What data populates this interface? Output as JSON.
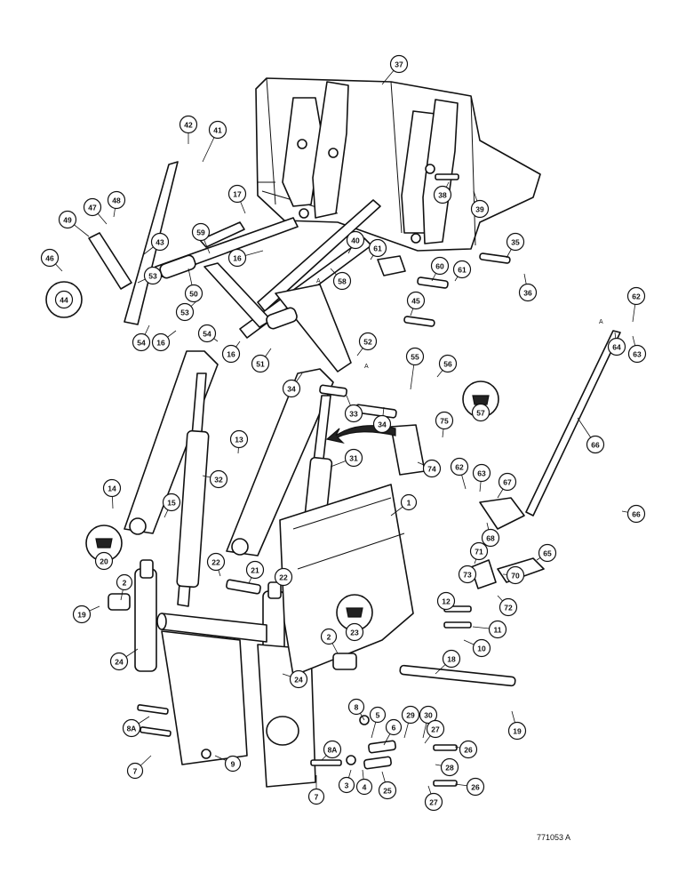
{
  "drawing_number": "771053 A",
  "marker_letter": "A",
  "callouts": [
    {
      "id": "c37",
      "label": "37"
    },
    {
      "id": "c42",
      "label": "42"
    },
    {
      "id": "c41",
      "label": "41"
    },
    {
      "id": "c38",
      "label": "38"
    },
    {
      "id": "c39",
      "label": "39"
    },
    {
      "id": "c17",
      "label": "17"
    },
    {
      "id": "c47",
      "label": "47"
    },
    {
      "id": "c48",
      "label": "48"
    },
    {
      "id": "c49",
      "label": "49"
    },
    {
      "id": "c59",
      "label": "59"
    },
    {
      "id": "c43",
      "label": "43"
    },
    {
      "id": "c46",
      "label": "46"
    },
    {
      "id": "c53a",
      "label": "53"
    },
    {
      "id": "c50",
      "label": "50"
    },
    {
      "id": "c44",
      "label": "44"
    },
    {
      "id": "c53b",
      "label": "53"
    },
    {
      "id": "c54a",
      "label": "54"
    },
    {
      "id": "c16a",
      "label": "16"
    },
    {
      "id": "c54b",
      "label": "54"
    },
    {
      "id": "c16b",
      "label": "16"
    },
    {
      "id": "c16c",
      "label": "16"
    },
    {
      "id": "c51",
      "label": "51"
    },
    {
      "id": "c34a",
      "label": "34"
    },
    {
      "id": "c40",
      "label": "40"
    },
    {
      "id": "c61a",
      "label": "61"
    },
    {
      "id": "c58",
      "label": "58"
    },
    {
      "id": "c60",
      "label": "60"
    },
    {
      "id": "c61b",
      "label": "61"
    },
    {
      "id": "c35",
      "label": "35"
    },
    {
      "id": "c36",
      "label": "36"
    },
    {
      "id": "c45",
      "label": "45"
    },
    {
      "id": "c62a",
      "label": "62"
    },
    {
      "id": "c64",
      "label": "64"
    },
    {
      "id": "c63a",
      "label": "63"
    },
    {
      "id": "c52",
      "label": "52"
    },
    {
      "id": "c55",
      "label": "55"
    },
    {
      "id": "c56",
      "label": "56"
    },
    {
      "id": "c57",
      "label": "57"
    },
    {
      "id": "c33",
      "label": "33"
    },
    {
      "id": "c34b",
      "label": "34"
    },
    {
      "id": "c75",
      "label": "75"
    },
    {
      "id": "c13",
      "label": "13"
    },
    {
      "id": "c31",
      "label": "31"
    },
    {
      "id": "c74",
      "label": "74"
    },
    {
      "id": "c66a",
      "label": "66"
    },
    {
      "id": "c32",
      "label": "32"
    },
    {
      "id": "c62b",
      "label": "62"
    },
    {
      "id": "c63b",
      "label": "63"
    },
    {
      "id": "c67",
      "label": "67"
    },
    {
      "id": "c14",
      "label": "14"
    },
    {
      "id": "c15",
      "label": "15"
    },
    {
      "id": "c1",
      "label": "1"
    },
    {
      "id": "c66b",
      "label": "66"
    },
    {
      "id": "c68",
      "label": "68"
    },
    {
      "id": "c20",
      "label": "20"
    },
    {
      "id": "c65",
      "label": "65"
    },
    {
      "id": "c71",
      "label": "71"
    },
    {
      "id": "c73",
      "label": "73"
    },
    {
      "id": "c70",
      "label": "70"
    },
    {
      "id": "c22a",
      "label": "22"
    },
    {
      "id": "c21",
      "label": "21"
    },
    {
      "id": "c22b",
      "label": "22"
    },
    {
      "id": "c72",
      "label": "72"
    },
    {
      "id": "c2a",
      "label": "2"
    },
    {
      "id": "c19a",
      "label": "19"
    },
    {
      "id": "c23",
      "label": "23"
    },
    {
      "id": "c12",
      "label": "12"
    },
    {
      "id": "c11",
      "label": "11"
    },
    {
      "id": "c10",
      "label": "10"
    },
    {
      "id": "c24a",
      "label": "24"
    },
    {
      "id": "c2b",
      "label": "2"
    },
    {
      "id": "c18",
      "label": "18"
    },
    {
      "id": "c24b",
      "label": "24"
    },
    {
      "id": "c8",
      "label": "8"
    },
    {
      "id": "c8a1",
      "label": "8A"
    },
    {
      "id": "c5",
      "label": "5"
    },
    {
      "id": "c29",
      "label": "29"
    },
    {
      "id": "c30",
      "label": "30"
    },
    {
      "id": "c6",
      "label": "6"
    },
    {
      "id": "c27a",
      "label": "27"
    },
    {
      "id": "c26a",
      "label": "26"
    },
    {
      "id": "c19b",
      "label": "19"
    },
    {
      "id": "c7a",
      "label": "7"
    },
    {
      "id": "c9",
      "label": "9"
    },
    {
      "id": "c8a2",
      "label": "8A"
    },
    {
      "id": "c28",
      "label": "28"
    },
    {
      "id": "c25",
      "label": "25"
    },
    {
      "id": "c3",
      "label": "3"
    },
    {
      "id": "c4",
      "label": "4"
    },
    {
      "id": "c7b",
      "label": "7"
    },
    {
      "id": "c27b",
      "label": "27"
    },
    {
      "id": "c26b",
      "label": "26"
    }
  ]
}
